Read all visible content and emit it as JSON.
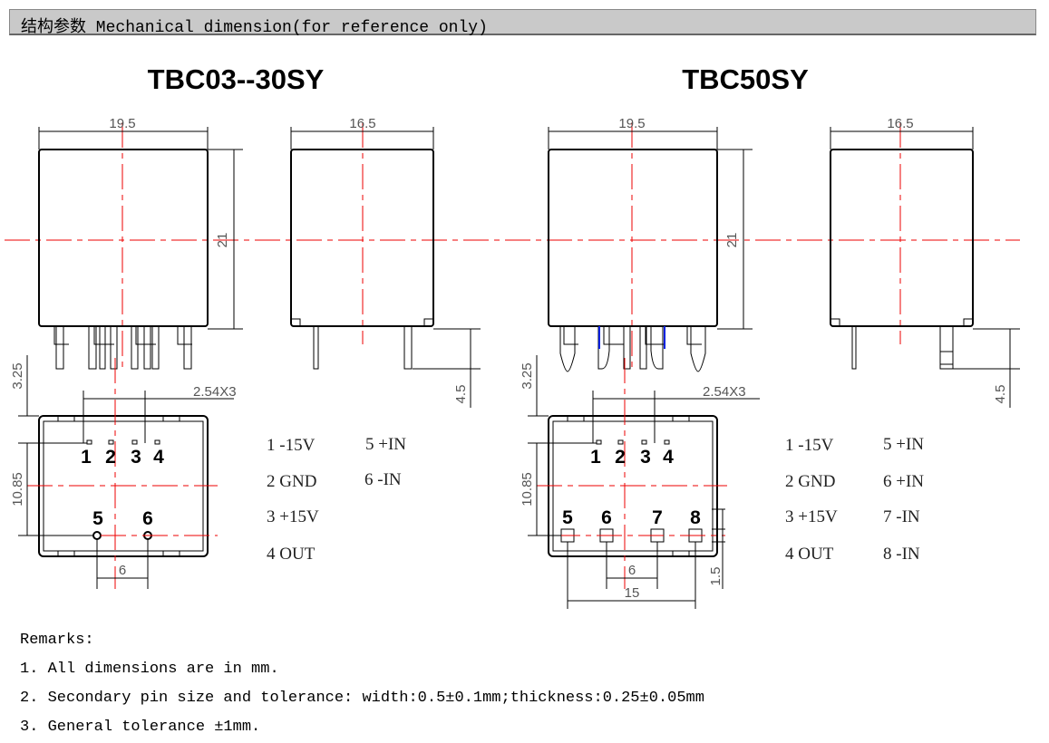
{
  "header": {
    "title": "结构参数  Mechanical dimension(for reference only)"
  },
  "models": [
    {
      "name": "TBC03--30SY",
      "width": "19.5",
      "depth": "16.5",
      "height": "21",
      "pin_length": "4.5",
      "pin_offset": "3.25",
      "row_spacing": "10.85",
      "pitch": "2.54X3",
      "input_spacing": "6",
      "pin_numbers": [
        "1",
        "2",
        "3",
        "4",
        "5",
        "6"
      ],
      "legend": [
        "1 -15V",
        "2 GND",
        "3 +15V",
        "4 OUT",
        "5 +IN",
        "6 -IN"
      ]
    },
    {
      "name": "TBC50SY",
      "width": "19.5",
      "depth": "16.5",
      "height": "21",
      "pin_length": "4.5",
      "pin_offset": "3.25",
      "row_spacing": "10.85",
      "pitch": "2.54X3",
      "input_spacing": "6",
      "outer_spacing": "15",
      "pin_edge": "1.5",
      "pin_numbers": [
        "1",
        "2",
        "3",
        "4",
        "5",
        "6",
        "7",
        "8"
      ],
      "legend": [
        "1 -15V",
        "2 GND",
        "3 +15V",
        "4 OUT",
        "5 +IN",
        "6 +IN",
        "7 -IN",
        "8 -IN"
      ]
    }
  ],
  "remarks": {
    "title": "Remarks:",
    "items": [
      "1. All dimensions are in mm.",
      "2. Secondary pin size and tolerance: width:0.5±0.1mm;thickness:0.25±0.05mm",
      "3. General tolerance ±1mm."
    ]
  }
}
